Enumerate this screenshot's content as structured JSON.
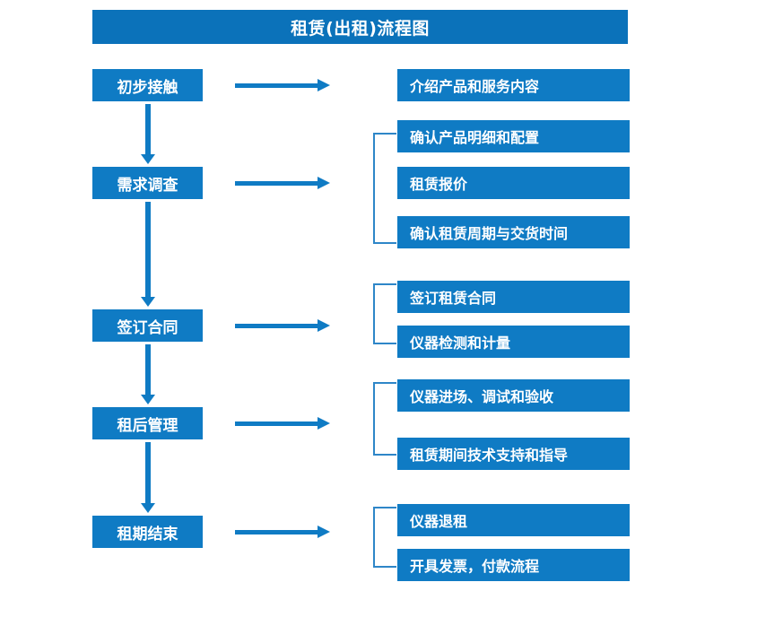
{
  "diagram": {
    "title": "租赁(出租)流程图",
    "colors": {
      "title_bar": "#0B72BA",
      "box": "#0F7BC4",
      "arrow": "#0F7BC4",
      "bracket": "#2E86C8",
      "text": "#FFFFFF",
      "background": "#FFFFFF"
    },
    "stages": [
      {
        "label": "初步接触"
      },
      {
        "label": "需求调查"
      },
      {
        "label": "签订合同"
      },
      {
        "label": "租后管理"
      },
      {
        "label": "租期结束"
      }
    ],
    "details": [
      {
        "label": "介绍产品和服务内容"
      },
      {
        "label": "确认产品明细和配置"
      },
      {
        "label": "租赁报价"
      },
      {
        "label": "确认租赁周期与交货时间"
      },
      {
        "label": "签订租赁合同"
      },
      {
        "label": "仪器检测和计量"
      },
      {
        "label": "仪器进场、调试和验收"
      },
      {
        "label": "租赁期间技术支持和指导"
      },
      {
        "label": "仪器退租"
      },
      {
        "label": "开具发票，付款流程"
      }
    ]
  }
}
